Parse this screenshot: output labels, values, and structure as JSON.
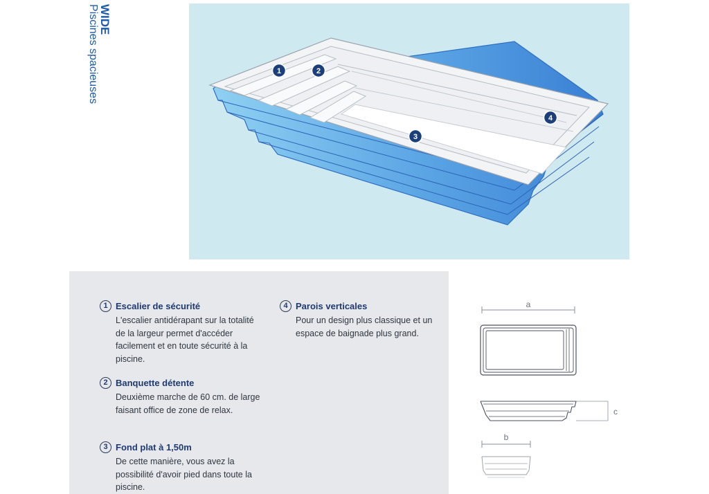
{
  "header": {
    "title": "WIDE",
    "subtitle": "Piscines spacieuses"
  },
  "markers": [
    {
      "id": "marker-1",
      "label": "1"
    },
    {
      "id": "marker-2",
      "label": "2"
    },
    {
      "id": "marker-3",
      "label": "3"
    },
    {
      "id": "marker-4",
      "label": "4"
    }
  ],
  "features": [
    {
      "num": "1",
      "title": "Escalier de sécurité",
      "desc": "L'escalier antidérapant sur la totalité de la largeur permet d'accéder facilement et en toute sécurité à la piscine."
    },
    {
      "num": "2",
      "title": "Banquette détente",
      "desc": "Deuxième marche de 60 cm. de large faisant office de zone de relax."
    },
    {
      "num": "3",
      "title": "Fond plat à 1,50m",
      "desc": "De cette manière, vous avez la possibilité d'avoir pied dans toute la piscine."
    },
    {
      "num": "4",
      "title": "Parois verticales",
      "desc": "Pour un design plus classique et un espace de baignade plus grand."
    }
  ],
  "dimensions": {
    "a": "a",
    "b": "b",
    "c": "c"
  },
  "colors": {
    "hero_bg": "#cfe9f1",
    "panel_bg": "#e6e8eb",
    "pool_blue": "#3f86d8",
    "marker": "#1b3f7a"
  }
}
